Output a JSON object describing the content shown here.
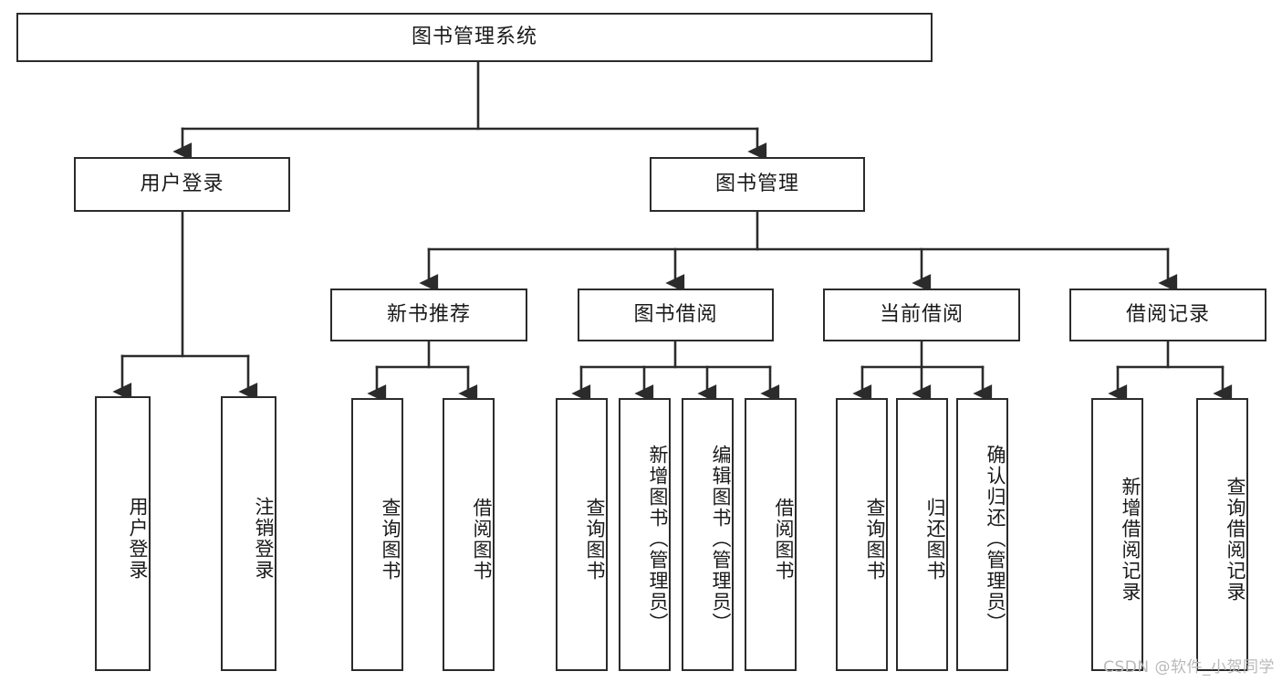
{
  "diagram": {
    "title": "图书管理系统",
    "type": "tree",
    "watermark": "CSDN @软件_小贺同学",
    "colors": {
      "box_border": "#2b2b2b",
      "box_fill": "#ffffff",
      "edge": "#2b2b2b",
      "text": "#1a1a1a",
      "watermark": "#b9b9b9",
      "background": "#ffffff"
    },
    "nodes": {
      "root": {
        "label": "图书管理系统",
        "orientation": "horizontal"
      },
      "level2": [
        {
          "id": "user-login",
          "label": "用户登录",
          "orientation": "horizontal"
        },
        {
          "id": "book-manage",
          "label": "图书管理",
          "orientation": "horizontal"
        }
      ],
      "level3": [
        {
          "id": "new-book-rec",
          "label": "新书推荐",
          "orientation": "horizontal"
        },
        {
          "id": "book-borrow",
          "label": "图书借阅",
          "orientation": "horizontal"
        },
        {
          "id": "current-borrow",
          "label": "当前借阅",
          "orientation": "horizontal"
        },
        {
          "id": "borrow-record",
          "label": "借阅记录",
          "orientation": "horizontal"
        }
      ],
      "leaves": {
        "user_login": [
          {
            "id": "leaf-user-login",
            "label": "用户登录",
            "orientation": "vertical"
          },
          {
            "id": "leaf-logout-login",
            "label": "注销登录",
            "orientation": "vertical"
          }
        ],
        "new_book_rec": [
          {
            "id": "leaf-query-book-1",
            "label": "查询图书",
            "orientation": "vertical"
          },
          {
            "id": "leaf-borrow-book-1",
            "label": "借阅图书",
            "orientation": "vertical"
          }
        ],
        "book_borrow": [
          {
            "id": "leaf-query-book-2",
            "label": "查询图书",
            "orientation": "vertical"
          },
          {
            "id": "leaf-add-book",
            "label": "新增图书（管理员）",
            "orientation": "vertical"
          },
          {
            "id": "leaf-edit-book",
            "label": "编辑图书（管理员）",
            "orientation": "vertical"
          },
          {
            "id": "leaf-borrow-book-2",
            "label": "借阅图书",
            "orientation": "vertical"
          }
        ],
        "current_borrow": [
          {
            "id": "leaf-query-book-3",
            "label": "查询图书",
            "orientation": "vertical"
          },
          {
            "id": "leaf-return-book",
            "label": "归还图书",
            "orientation": "vertical"
          },
          {
            "id": "leaf-confirm-return",
            "label": "确认归还（管理员）",
            "orientation": "vertical"
          }
        ],
        "borrow_record": [
          {
            "id": "leaf-add-record",
            "label": "新增借阅记录",
            "orientation": "vertical"
          },
          {
            "id": "leaf-query-record",
            "label": "查询借阅记录",
            "orientation": "vertical"
          }
        ]
      }
    }
  }
}
